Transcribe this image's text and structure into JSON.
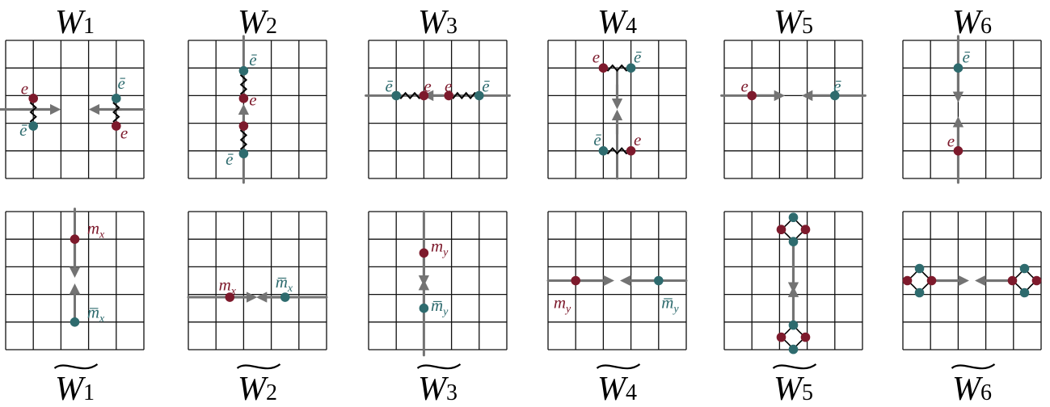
{
  "colors": {
    "red": "#7d1a2c",
    "teal": "#2e6b6e",
    "gray": "#737373",
    "grid": "#111111"
  },
  "top_titles": [
    {
      "base": "W",
      "sub": "1"
    },
    {
      "base": "W",
      "sub": "2"
    },
    {
      "base": "W",
      "sub": "3"
    },
    {
      "base": "W",
      "sub": "4"
    },
    {
      "base": "W",
      "sub": "5"
    },
    {
      "base": "W",
      "sub": "6"
    }
  ],
  "bottom_titles": [
    {
      "base": "W",
      "sub": "1",
      "accent": "tilde"
    },
    {
      "base": "W",
      "sub": "2",
      "accent": "tilde"
    },
    {
      "base": "W",
      "sub": "3",
      "accent": "tilde"
    },
    {
      "base": "W",
      "sub": "4",
      "accent": "tilde"
    },
    {
      "base": "W",
      "sub": "5",
      "accent": "tilde"
    },
    {
      "base": "W",
      "sub": "6",
      "accent": "tilde"
    }
  ],
  "labels": {
    "e": "e",
    "ebar": "ē",
    "m": "m",
    "mbar": "m̅",
    "x": "x",
    "y": "y"
  }
}
